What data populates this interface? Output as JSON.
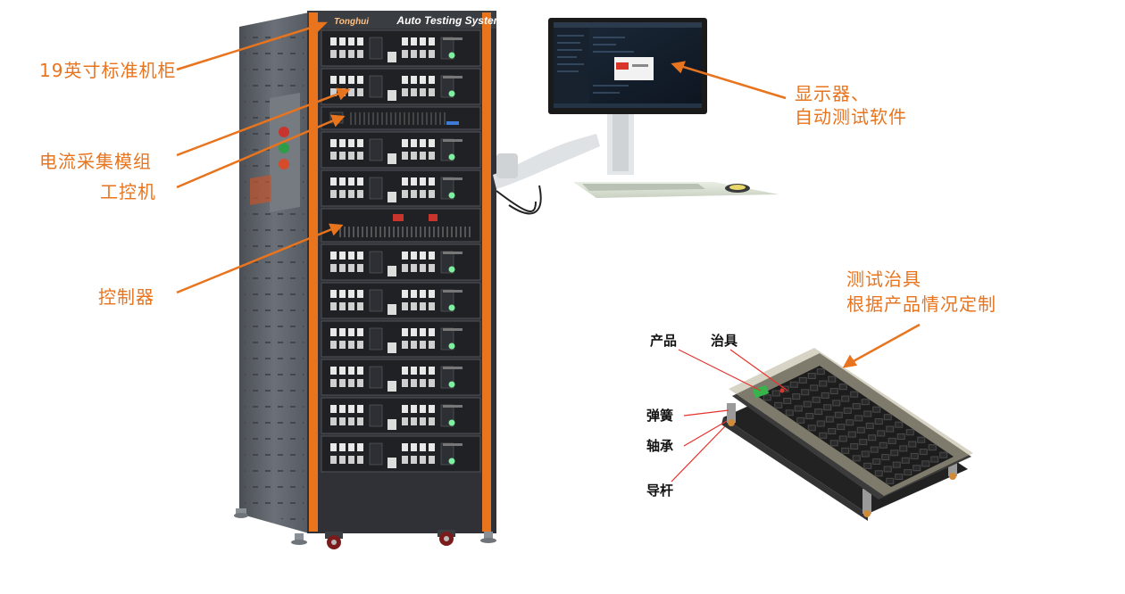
{
  "callouts": {
    "rack": "19英寸标准机柜",
    "current_module": "电流采集模组",
    "ipc": "工控机",
    "controller": "控制器",
    "monitor_line1": "显示器、",
    "monitor_line2": "自动测试软件",
    "fixture_line1": "测试治具",
    "fixture_line2": "根据产品情况定制"
  },
  "fixture_labels": {
    "product": "产品",
    "jig": "治具",
    "spring": "弹簧",
    "bearing": "轴承",
    "guide": "导杆"
  },
  "cabinet_banner": {
    "brand": "Tonghui",
    "system": "Auto Testing System"
  },
  "colors": {
    "accent": "#e8741e",
    "pointer_red": "#e8322c",
    "cabinet_side": "#5c6168",
    "frame": "#2f3136"
  }
}
